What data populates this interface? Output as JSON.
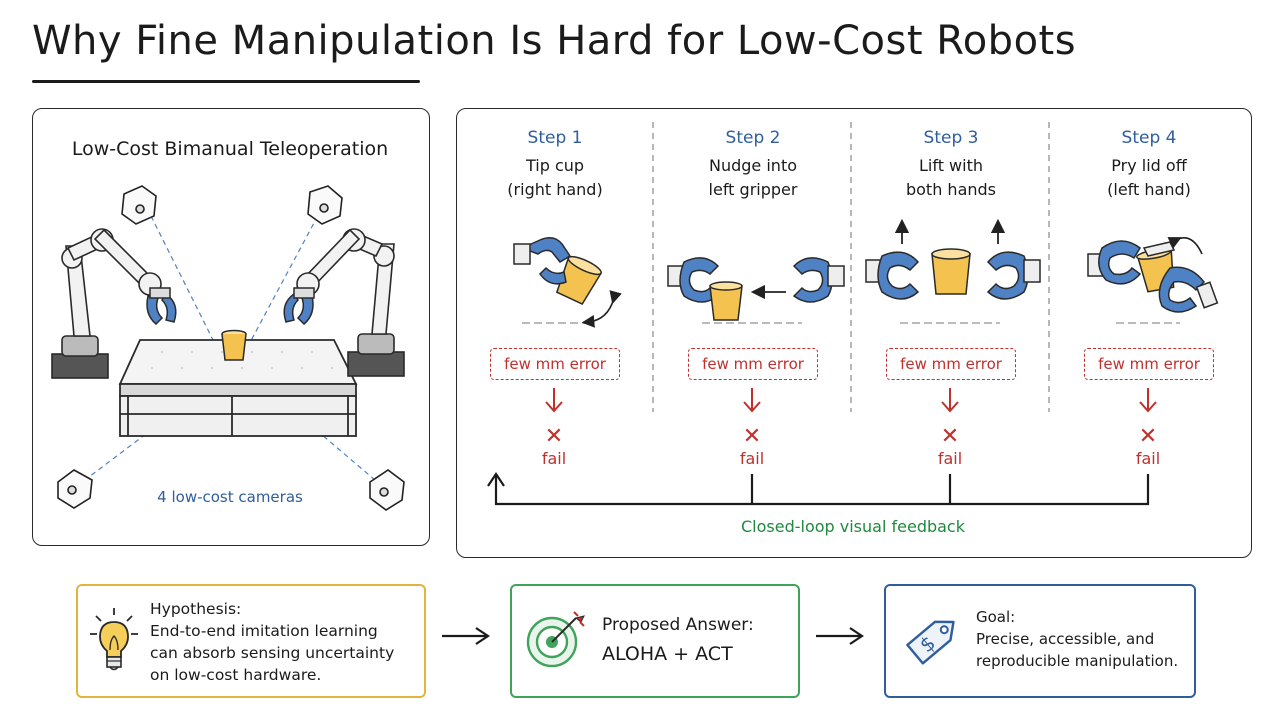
{
  "title": "Why Fine Manipulation Is Hard for Low-Cost Robots",
  "left_panel": {
    "title": "Low-Cost Bimanual Teleoperation",
    "cameras_label": "4 low-cost cameras"
  },
  "steps": [
    {
      "label": "Step 1",
      "desc": "Tip cup\n(right hand)",
      "error": "few mm error",
      "fail": "fail",
      "icon": "tip-cup-icon"
    },
    {
      "label": "Step 2",
      "desc": "Nudge into\nleft gripper",
      "error": "few mm error",
      "fail": "fail",
      "icon": "nudge-cup-icon"
    },
    {
      "label": "Step 3",
      "desc": "Lift with\nboth hands",
      "error": "few mm error",
      "fail": "fail",
      "icon": "lift-cup-icon"
    },
    {
      "label": "Step 4",
      "desc": "Pry lid off\n(left hand)",
      "error": "few mm error",
      "fail": "fail",
      "icon": "pry-lid-icon"
    }
  ],
  "feedback_label": "Closed-loop visual feedback",
  "bottom": {
    "hypothesis": {
      "head": "Hypothesis:",
      "body": "End-to-end imitation learning\ncan absorb sensing uncertainty\non low-cost hardware.",
      "icon": "lightbulb-icon"
    },
    "answer": {
      "head": "Proposed Answer:",
      "body": "ALOHA + ACT",
      "icon": "target-icon"
    },
    "goal": {
      "head": "Goal:",
      "body": "Precise, accessible, and\nreproducible manipulation.",
      "icon": "price-tag-icon"
    }
  },
  "colors": {
    "blue": "#2f5d9e",
    "red": "#c0302d",
    "green": "#1f8a3d",
    "yellow": "#e2b53a",
    "cup": "#f3c24f",
    "gripper": "#4f82c4"
  }
}
